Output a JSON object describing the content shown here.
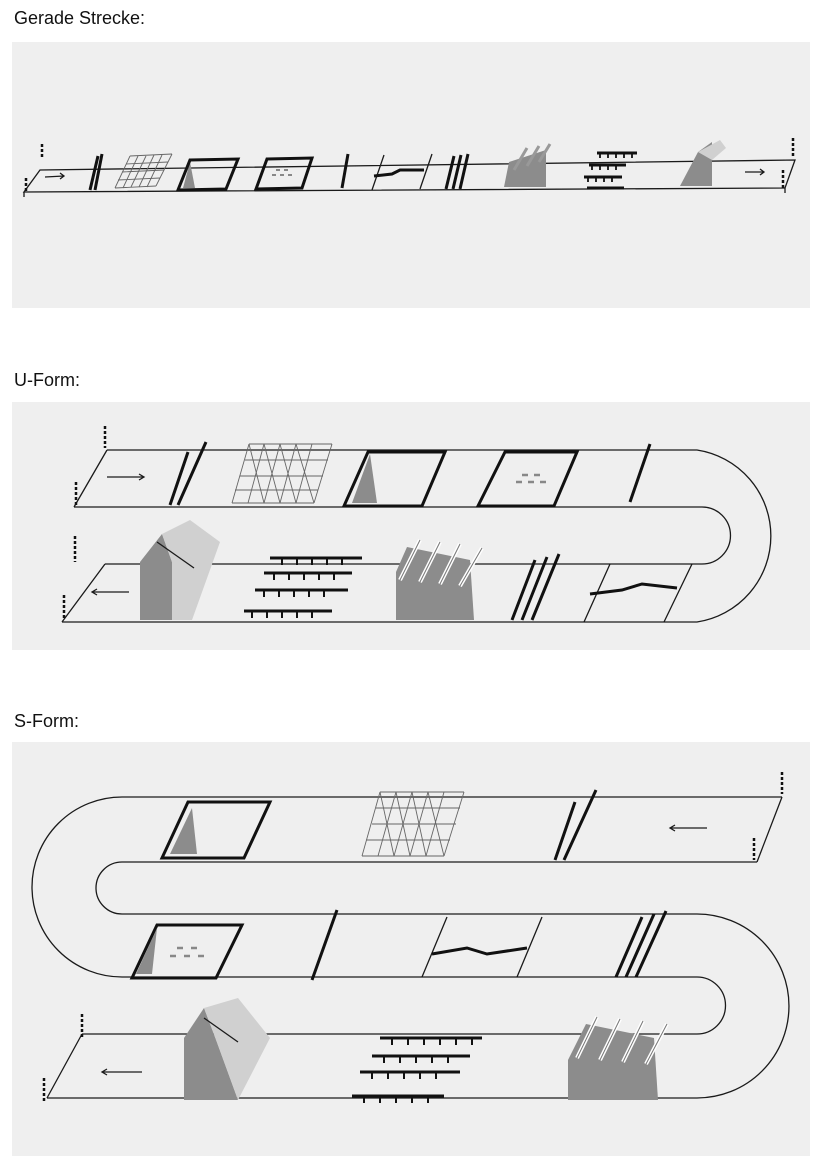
{
  "sections": {
    "straight": {
      "title": "Gerade Strecke:"
    },
    "u_form": {
      "title": "U-Form:"
    },
    "s_form": {
      "title": "S-Form:"
    }
  },
  "colors": {
    "panel_background": "#efefef",
    "track_outline": "#1a1a1a",
    "obstacle_fill": "#8c8c8c"
  }
}
